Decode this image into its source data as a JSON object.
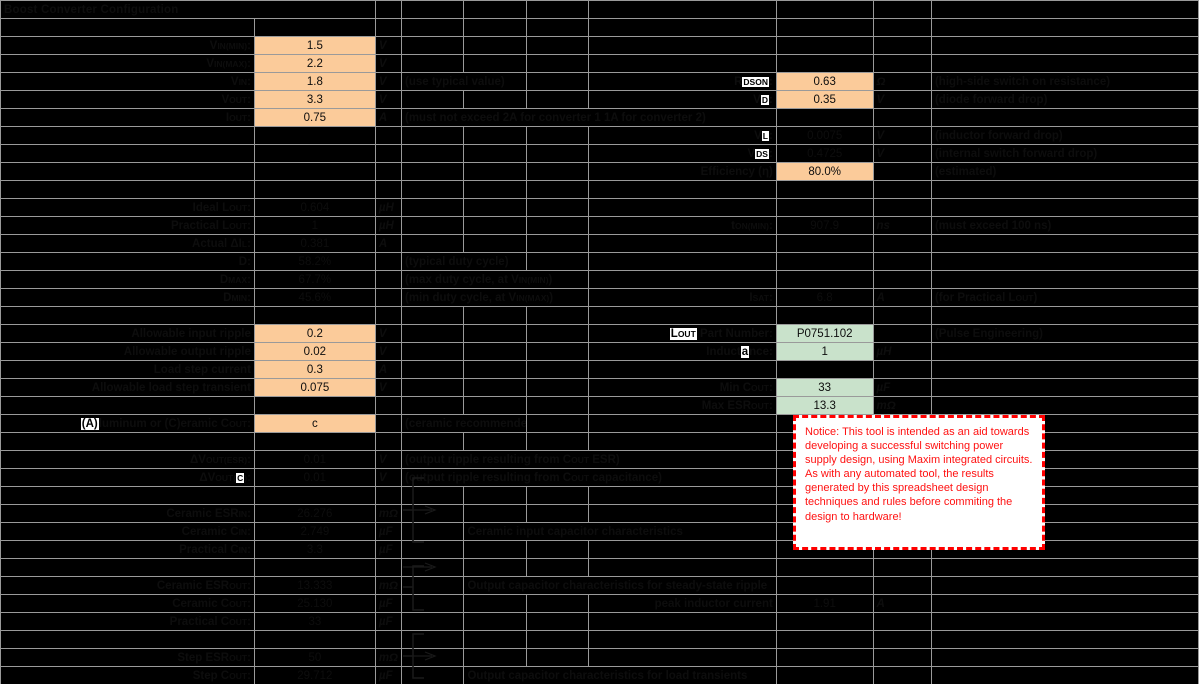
{
  "document": {
    "title": "Boost Converter Configuration",
    "accent_input": "#fbcb9a",
    "accent_output": "#c9e2cb",
    "notice_color": "#ff0000"
  },
  "notice": {
    "text": "Notice: This tool is intended as an aid towards developing a successful switching power supply design, using Maxim integrated circuits. As with any automated tool, the results generated by this spreadsheet design techniques and rules before commiting the design to hardware!"
  },
  "left_block": {
    "rows": [
      {
        "label": "V",
        "label_sub": "IN(MIN)",
        "suffix": ":",
        "value": "1.5",
        "unit": "V",
        "input": true
      },
      {
        "label": "V",
        "label_sub": "IN(MAX)",
        "suffix": ":",
        "value": "2.2",
        "unit": "V",
        "input": true
      },
      {
        "label": "V",
        "label_sub": "IN",
        "suffix": ":",
        "value": "1.8",
        "unit": "V",
        "input": true
      },
      {
        "label": "V",
        "label_sub": "OUT",
        "suffix": ":",
        "value": "3.3",
        "unit": "V",
        "input": true
      },
      {
        "label": "I",
        "label_sub": "OUT",
        "suffix": ":",
        "value": "0.75",
        "unit": "A",
        "input": true
      }
    ]
  },
  "calc_block": {
    "rows": [
      {
        "label": "Ideal L",
        "label_sub": "OUT",
        "suffix": ":",
        "value": "0.604",
        "unit": "µH"
      },
      {
        "label": "Practical L",
        "label_sub": "OUT",
        "suffix": ":",
        "value": "1",
        "unit": "µH"
      },
      {
        "label": "Actual ΔI",
        "label_sub": "L",
        "suffix": ":",
        "value": "0.381",
        "unit": "A"
      },
      {
        "label": "D",
        "label_sub": "",
        "suffix": ":",
        "value": "58.2%",
        "unit": "",
        "desc": "(typical duty cycle)"
      },
      {
        "label": "D",
        "label_sub": "MAX",
        "suffix": ":",
        "value": "67.7%",
        "unit": "",
        "desc": "(max duty cycle, at V",
        "desc_sub": "IN(MIN)",
        "desc_tail": ")"
      },
      {
        "label": "D",
        "label_sub": "MIN",
        "suffix": ":",
        "value": "45.6%",
        "unit": "",
        "desc": "(min duty cycle, at V",
        "desc_sub": "IN(MAX)",
        "desc_tail": ")"
      }
    ]
  },
  "ripple_block": {
    "rows": [
      {
        "label": "Allowable input ripple",
        "suffix": ":",
        "value": "0.2",
        "unit": "V",
        "input": true
      },
      {
        "label": "Allowable output ripple",
        "suffix": ":",
        "value": "0.02",
        "unit": "V",
        "input": true
      },
      {
        "label": "Load step current",
        "suffix": ":",
        "value": "0.3",
        "unit": "A",
        "input": true
      },
      {
        "label": "Allowable load step transient",
        "suffix": ":",
        "value": "0.075",
        "unit": "V",
        "input": true
      }
    ]
  },
  "cap_type_row": {
    "label_hl": "(A)",
    "label_rest": "luminum or (C)eramic C",
    "label_sub": "OUT",
    "suffix": ":",
    "value": "c",
    "desc": "(ceramic recommended)"
  },
  "dvout_rows": [
    {
      "label": "ΔV",
      "label_sub": "OUT(ESR)",
      "suffix": ":",
      "value": "0.01",
      "unit": "V",
      "desc": "(output ripple resulting from C",
      "desc_sub": "OUT",
      "desc_tail": " ESR)"
    },
    {
      "label": "ΔV",
      "label_sub": "OUT(C)",
      "suffix": ":",
      "value": "0.01",
      "unit": "V",
      "desc": "(output ripple resulting from C",
      "desc_sub": "OUT",
      "desc_tail": " capacitance)"
    }
  ],
  "cin_block": {
    "callout": "Ceramic input capacitor characteristics",
    "rows": [
      {
        "label": "Ceramic ESR",
        "label_sub": "IN",
        "suffix": ":",
        "value": "26.276",
        "unit": "mΩ"
      },
      {
        "label": "Ceramic C",
        "label_sub": "IN",
        "suffix": ":",
        "value": "2.749",
        "unit": "µF"
      },
      {
        "label": "Practical C",
        "label_sub": "IN",
        "suffix": ":",
        "value": "3.3",
        "unit": "µF"
      }
    ]
  },
  "cout_steady_block": {
    "callout": "Output capacitor characteristics for steady-state ripple",
    "rows": [
      {
        "label": "Ceramic ESR",
        "label_sub": "OUT",
        "suffix": ":",
        "value": "13.333",
        "unit": "mΩ"
      },
      {
        "label": "Ceramic C",
        "label_sub": "OUT",
        "suffix": ":",
        "value": "25.130",
        "unit": "µF"
      },
      {
        "label": "Practical C",
        "label_sub": "OUT",
        "suffix": ":",
        "value": "33",
        "unit": "µF"
      }
    ]
  },
  "cout_step_block": {
    "callout": "Output capacitor characteristics for load transients",
    "rows": [
      {
        "label": "Step ESR",
        "label_sub": "OUT",
        "suffix": ":",
        "value": "50",
        "unit": "mΩ"
      },
      {
        "label": "Step C",
        "label_sub": "OUT",
        "suffix": ":",
        "value": "29.712",
        "unit": "µF"
      },
      {
        "label": "Practical Step C",
        "label_sub": "OUT",
        "suffix": ":",
        "value": "33",
        "unit": "µF"
      }
    ]
  },
  "right_block": {
    "rows": [
      {
        "label": "R",
        "label_sub": "DSON",
        "hl": "DSON",
        "suffix": ":",
        "value": "0.63",
        "unit": "Ω",
        "input": true,
        "desc": "(high-side switch on resistance)"
      },
      {
        "label": "V",
        "label_sub": "D",
        "hl": "D",
        "suffix": ":",
        "value": "0.35",
        "unit": "V",
        "input": true,
        "desc": "(diode forward drop)"
      },
      {
        "label": "V",
        "label_sub": "L",
        "hl": "L",
        "suffix": ":",
        "value": "0.0075",
        "unit": "V",
        "desc": "(inductor forward drop)"
      },
      {
        "label": "V",
        "label_sub": "DS",
        "hl": "DS",
        "suffix": ":",
        "value": "0.4725",
        "unit": "V",
        "desc": "(internal switch forward drop)"
      },
      {
        "label": "Efficiency (η)",
        "suffix": ":",
        "value": "80.0%",
        "unit": "",
        "input": true,
        "desc": "(estimated)"
      }
    ]
  },
  "right_block2": {
    "rows": [
      {
        "label": "t",
        "label_sub": "ON(MIN)",
        "suffix": ":",
        "value": "907.9",
        "unit": "ns",
        "desc": "(must exceed 100 ns)"
      },
      {
        "label": "I",
        "label_sub": "SAT",
        "suffix": ":",
        "value": "6.8",
        "unit": "A",
        "desc": "(for Practical L",
        "desc_sub": "OUT",
        "desc_tail": ")"
      }
    ]
  },
  "inductor_block": {
    "rows": [
      {
        "label_hl": "L",
        "label_hl_sub": "OUT",
        "label_rest": " Part Number",
        "suffix": ":",
        "value": "P0751.102",
        "unit": "",
        "output": true,
        "desc": "(Pulse Engineering)"
      },
      {
        "label": "Induct",
        "label_hl": "a",
        "label_rest": "nce",
        "suffix": ":",
        "value": "1",
        "unit": "µH",
        "output": true
      }
    ]
  },
  "cap_out_block": {
    "rows": [
      {
        "label": "Min C",
        "label_sub": "OUT",
        "suffix": ":",
        "value": "33",
        "unit": "µF",
        "output": true
      },
      {
        "label": "Max ESR",
        "label_sub": "OUT",
        "suffix": ":",
        "value": "13.3",
        "unit": "mΩ",
        "output": true
      }
    ]
  },
  "peak_current_row": {
    "label": "peak inductor current",
    "value": "1.91",
    "unit": "A"
  },
  "iout_note": {
    "text": "(must not exceed 2A for converter 1  1A for converter 2)"
  }
}
